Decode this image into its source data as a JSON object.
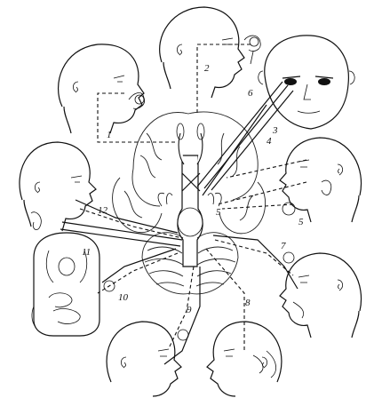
{
  "nerve_labels": [
    {
      "id": "n1",
      "text": "1"
    },
    {
      "id": "n2",
      "text": "2"
    },
    {
      "id": "n3",
      "text": "3"
    },
    {
      "id": "n4",
      "text": "4"
    },
    {
      "id": "n5a",
      "text": "5"
    },
    {
      "id": "n5b",
      "text": "5"
    },
    {
      "id": "n6",
      "text": "6"
    },
    {
      "id": "n7",
      "text": "7"
    },
    {
      "id": "n8",
      "text": "8"
    },
    {
      "id": "n9",
      "text": "9"
    },
    {
      "id": "n10",
      "text": "10"
    },
    {
      "id": "n11",
      "text": "11"
    },
    {
      "id": "n12",
      "text": "12"
    }
  ],
  "colors": {
    "ink": "#111111",
    "paper": "#ffffff"
  }
}
